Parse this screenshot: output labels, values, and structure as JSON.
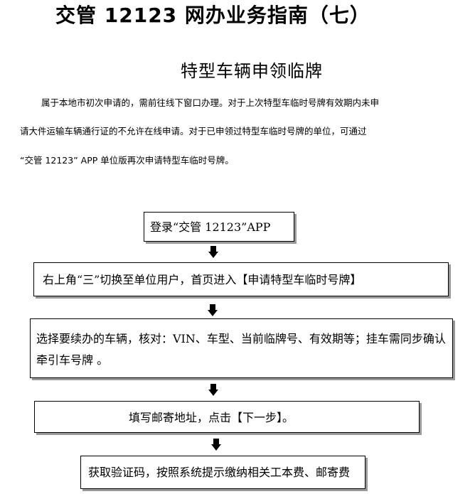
{
  "document": {
    "title": "交管 12123 网办业务指南（七）",
    "subtitle": "特型车辆申领临牌",
    "paragraph_lines": [
      "属于本地市初次申请的，需前往线下窗口办理。对于上次特型车临时号牌有效期内未申",
      "请大件运输车辆通行证的不允许在线申请。对于已申领过特型车临时号牌的单位，可通过",
      "“交管 12123” APP 单位版再次申请特型车临时号牌。"
    ]
  },
  "flow": {
    "steps": [
      "登录“交管 12123”APP",
      "右上角“三”切换至单位用户，首页进入【申请特型车临时号牌】",
      "选择要续办的车辆，核对：VIN、车型、当前临牌号、有效期等；挂车需同步确认牵引车号牌 。",
      "填写邮寄地址，点击【下一步】。",
      "获取验证码，按照系统提示缴纳相关工本费、邮寄费"
    ],
    "arrow_icon": "down-arrow-icon"
  }
}
